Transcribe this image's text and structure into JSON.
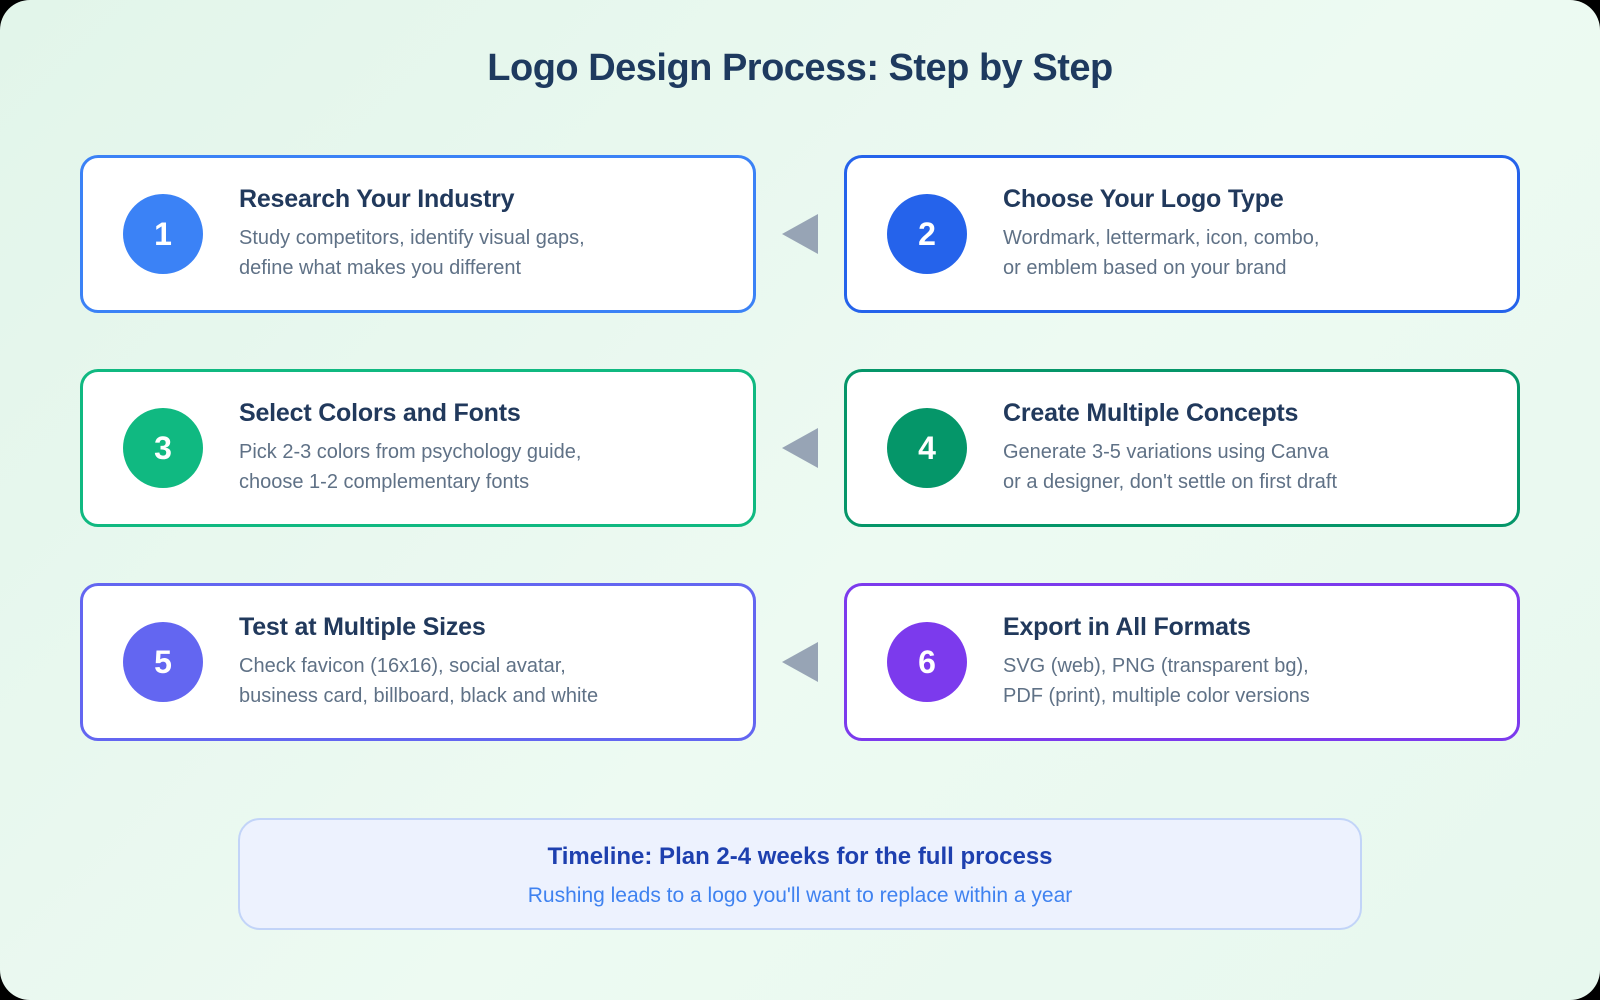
{
  "page": {
    "title": "Logo Design Process: Step by Step"
  },
  "steps": [
    {
      "number": "1",
      "title": "Research Your Industry",
      "desc_line1": "Study competitors, identify visual gaps,",
      "desc_line2": "define what makes you different",
      "color": "#3b82f6"
    },
    {
      "number": "2",
      "title": "Choose Your Logo Type",
      "desc_line1": "Wordmark, lettermark, icon, combo,",
      "desc_line2": "or emblem based on your brand",
      "color": "#2563eb"
    },
    {
      "number": "3",
      "title": "Select Colors and Fonts",
      "desc_line1": "Pick 2-3 colors from psychology guide,",
      "desc_line2": "choose 1-2 complementary fonts",
      "color": "#10b981"
    },
    {
      "number": "4",
      "title": "Create Multiple Concepts",
      "desc_line1": "Generate 3-5 variations using Canva",
      "desc_line2": "or a designer, don't settle on first draft",
      "color": "#059669"
    },
    {
      "number": "5",
      "title": "Test at Multiple Sizes",
      "desc_line1": "Check favicon (16x16), social avatar,",
      "desc_line2": "business card, billboard, black and white",
      "color": "#6366f1"
    },
    {
      "number": "6",
      "title": "Export in All Formats",
      "desc_line1": "SVG (web), PNG (transparent bg),",
      "desc_line2": "PDF (print), multiple color versions",
      "color": "#7c3aed"
    }
  ],
  "timeline": {
    "title": "Timeline: Plan 2-4 weeks for the full process",
    "subtitle": "Rushing leads to a logo you'll want to replace within a year"
  },
  "colors": {
    "page-bg1": "#e2f5ea",
    "page-bg2": "#edfaf2",
    "page-bg3": "#e7f8ee",
    "heading": "#1e3a5f",
    "card-bg": "#ffffff",
    "card-title": "#21395c",
    "card-desc": "#5f7186",
    "arrow": "#97a4b5",
    "banner-bg": "#edf2fe",
    "banner-border": "#c2d4f8",
    "banner-title": "#1e40af",
    "banner-subtitle": "#3f82f0"
  }
}
